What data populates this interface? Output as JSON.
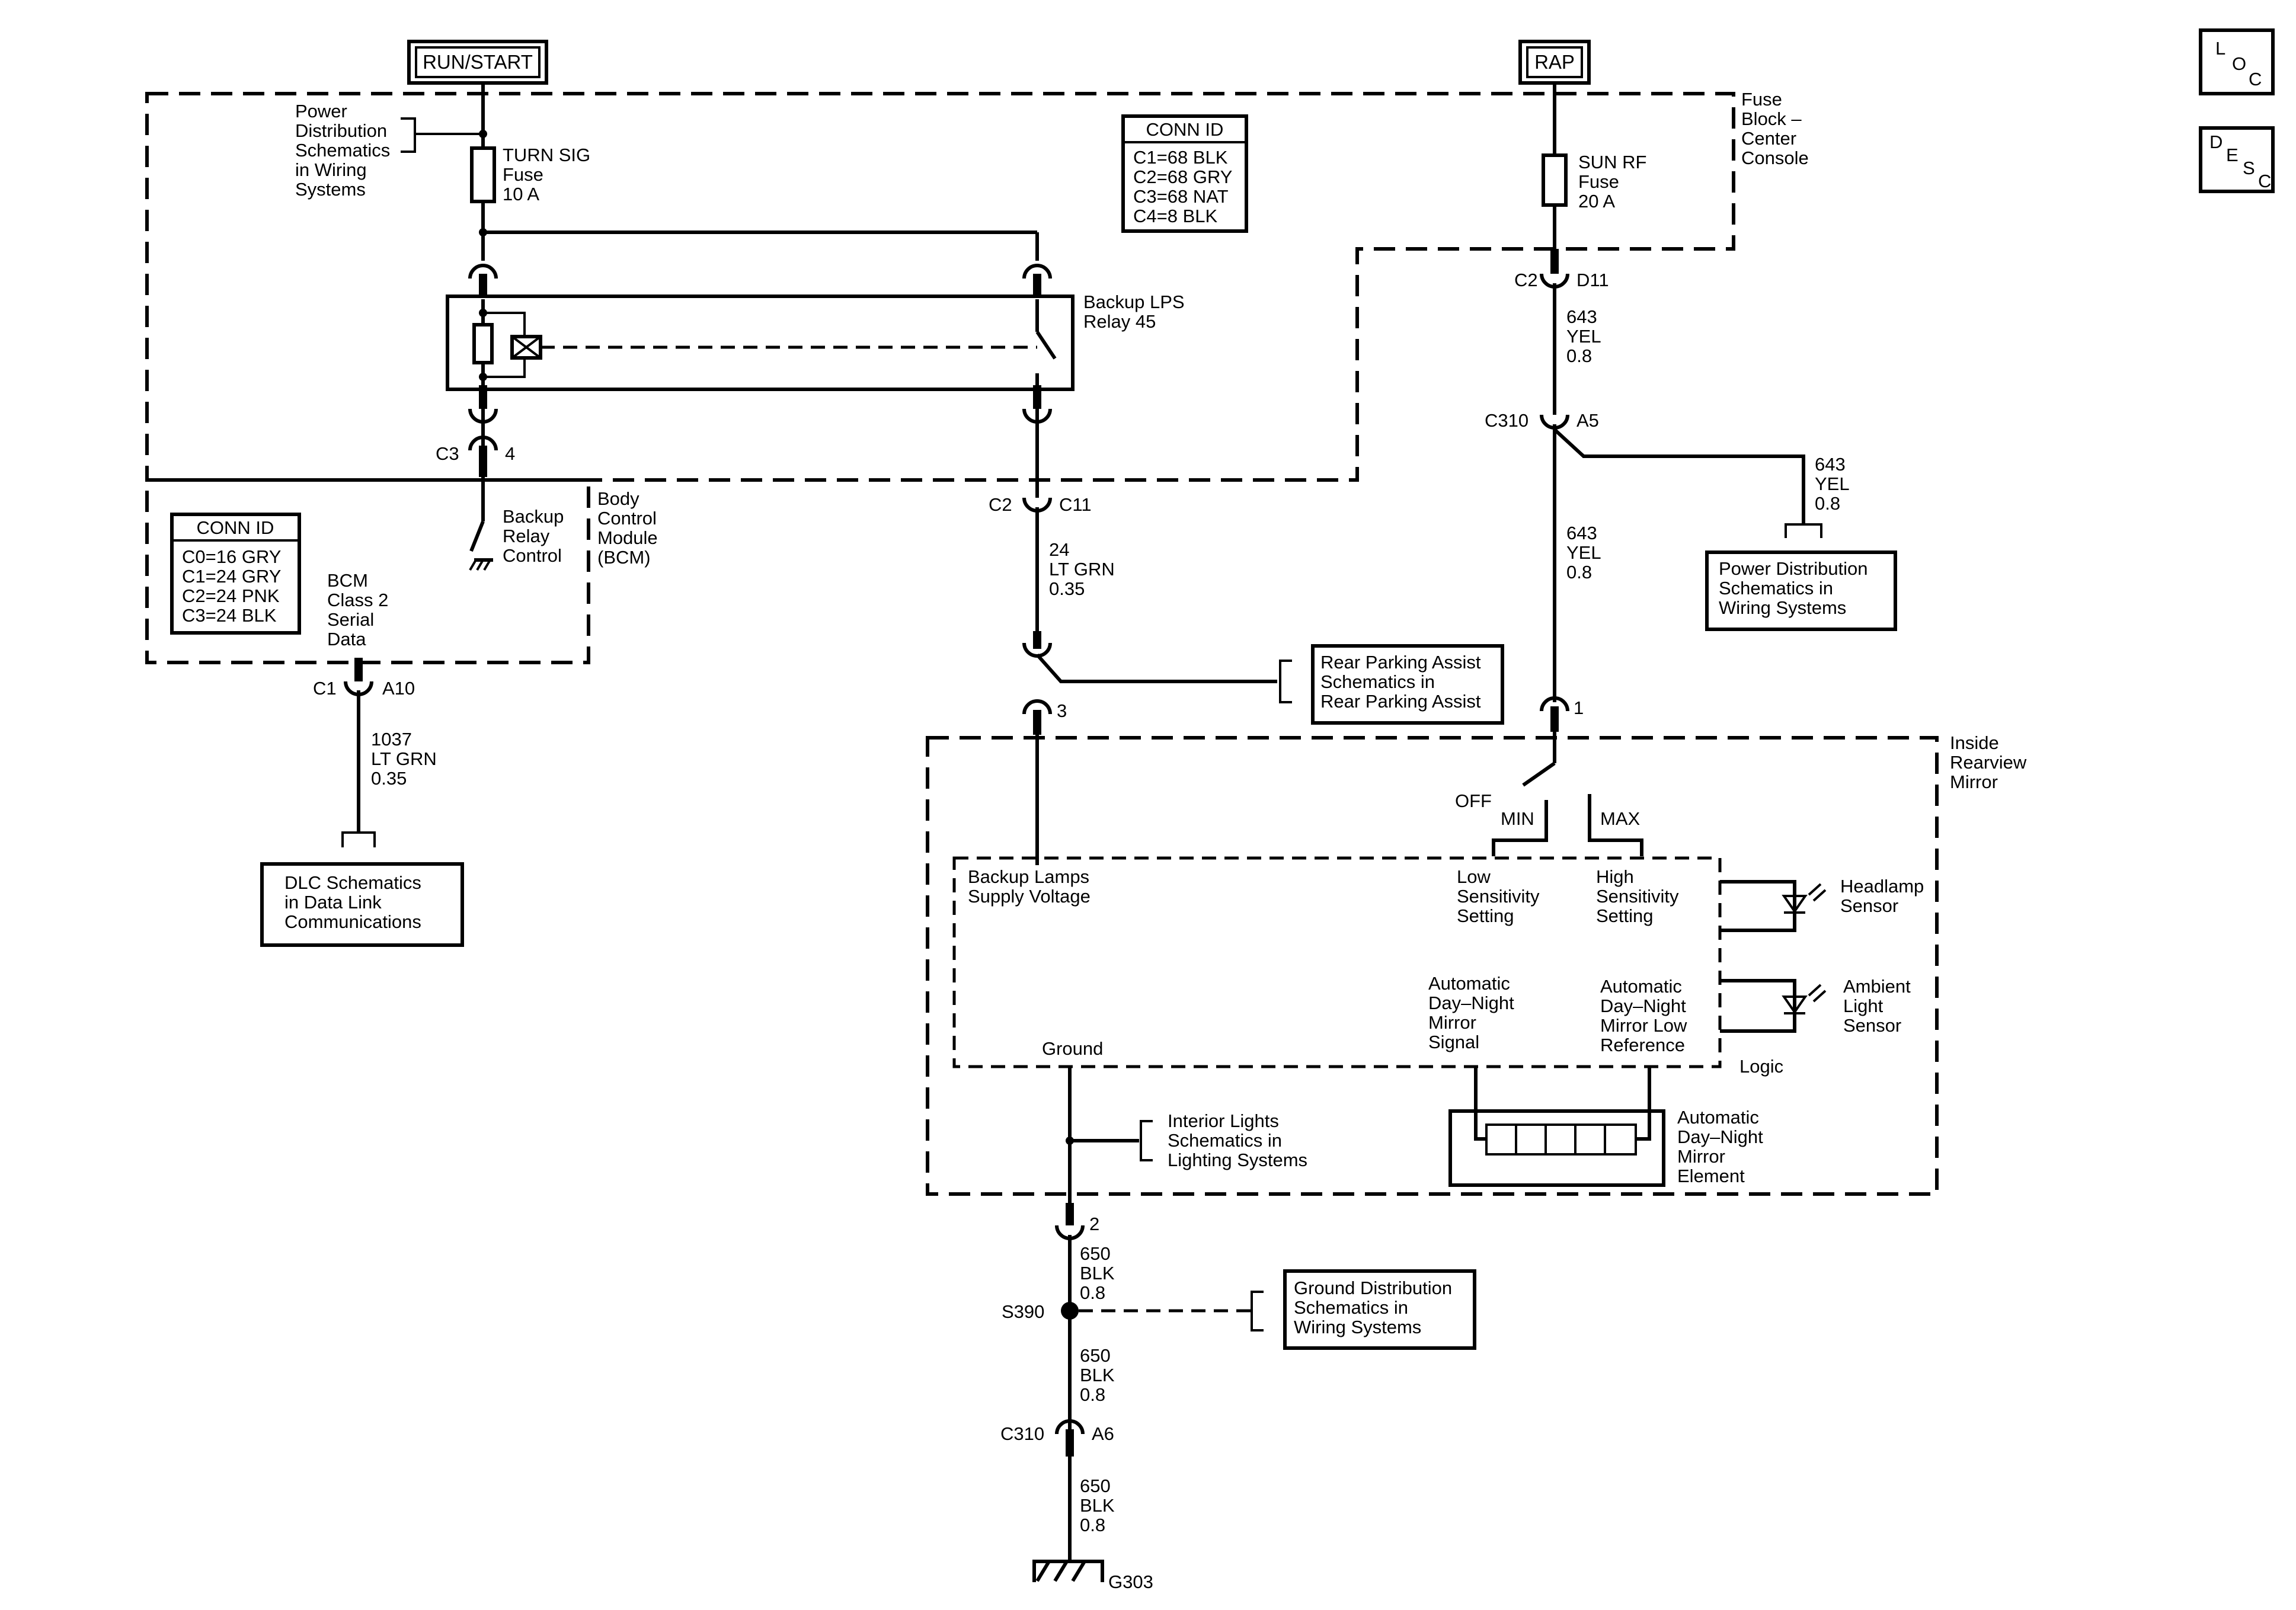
{
  "power": {
    "run_start": "RUN/START",
    "rap": "RAP"
  },
  "nav": {
    "loc": [
      "L",
      "O",
      "C"
    ],
    "desc": [
      "D",
      "E",
      "S",
      "C"
    ]
  },
  "left_fuse": {
    "ref": [
      "Power",
      "Distribution",
      "Schematics",
      "in Wiring",
      "Systems"
    ],
    "fuse": [
      "TURN SIG",
      "Fuse",
      "10 A"
    ]
  },
  "fuse_conn_id": {
    "title": "CONN ID",
    "rows": [
      "C1=68 BLK",
      "C2=68 GRY",
      "C3=68 NAT",
      "C4=8 BLK"
    ]
  },
  "fuse_block": [
    "Fuse",
    "Block –",
    "Center",
    "Console"
  ],
  "relay": [
    "Backup LPS",
    "Relay 45"
  ],
  "sunrf": {
    "fuse": [
      "SUN RF",
      "Fuse",
      "20 A"
    ],
    "conn": "C2",
    "pin": "D11",
    "wire": [
      "643",
      "YEL",
      "0.8"
    ]
  },
  "c310_top": {
    "conn": "C310",
    "pin": "A5",
    "wire_right": [
      "643",
      "YEL",
      "0.8"
    ],
    "wire_down": [
      "643",
      "YEL",
      "0.8"
    ]
  },
  "pds_ref": [
    "Power Distribution",
    "Schematics in",
    "Wiring Systems"
  ],
  "bcm": {
    "conn_title": "CONN ID",
    "conn_rows": [
      "C0=16 GRY",
      "C1=24 GRY",
      "C2=24 PNK",
      "C3=24 BLK"
    ],
    "label": [
      "Body",
      "Control",
      "Module",
      "(BCM)"
    ],
    "serial": [
      "BCM",
      "Class 2",
      "Serial",
      "Data"
    ],
    "relay_control": [
      "Backup",
      "Relay",
      "Control"
    ],
    "c3": "C3",
    "c3_pin": "4",
    "c1": "C1",
    "c1_pin": "A10",
    "wire": [
      "1037",
      "LT GRN",
      "0.35"
    ]
  },
  "dlc_ref": [
    "DLC Schematics",
    "in Data Link",
    "Communications"
  ],
  "backup": {
    "conn": "C2",
    "pin": "C11",
    "wire": [
      "24",
      "LT GRN",
      "0.35"
    ],
    "mirror_pin": "3"
  },
  "rpa_ref": [
    "Rear Parking Assist",
    "Schematics in",
    "Rear Parking Assist"
  ],
  "mirror": {
    "label": [
      "Inside",
      "Rearview",
      "Mirror"
    ],
    "pin1": "1",
    "off": "OFF",
    "min": "MIN",
    "max": "MAX",
    "backup_supply": [
      "Backup Lamps",
      "Supply Voltage"
    ],
    "low": [
      "Low",
      "Sensitivity",
      "Setting"
    ],
    "high": [
      "High",
      "Sensitivity",
      "Setting"
    ],
    "headlamp": [
      "Headlamp",
      "Sensor"
    ],
    "ambient": [
      "Ambient",
      "Light",
      "Sensor"
    ],
    "adn_signal": [
      "Automatic",
      "Day–Night",
      "Mirror",
      "Signal"
    ],
    "adn_lowref": [
      "Automatic",
      "Day–Night",
      "Mirror Low",
      "Reference"
    ],
    "ground": "Ground",
    "logic": "Logic",
    "element": [
      "Automatic",
      "Day–Night",
      "Mirror",
      "Element"
    ],
    "pin2": "2"
  },
  "interior_ref": [
    "Interior Lights",
    "Schematics in",
    "Lighting Systems"
  ],
  "ground_path": {
    "wire1": [
      "650",
      "BLK",
      "0.8"
    ],
    "splice": "S390",
    "wire2": [
      "650",
      "BLK",
      "0.8"
    ],
    "c310": "C310",
    "c310_pin": "A6",
    "wire3": [
      "650",
      "BLK",
      "0.8"
    ],
    "ground": "G303"
  },
  "gnd_ref": [
    "Ground Distribution",
    "Schematics in",
    "Wiring Systems"
  ]
}
